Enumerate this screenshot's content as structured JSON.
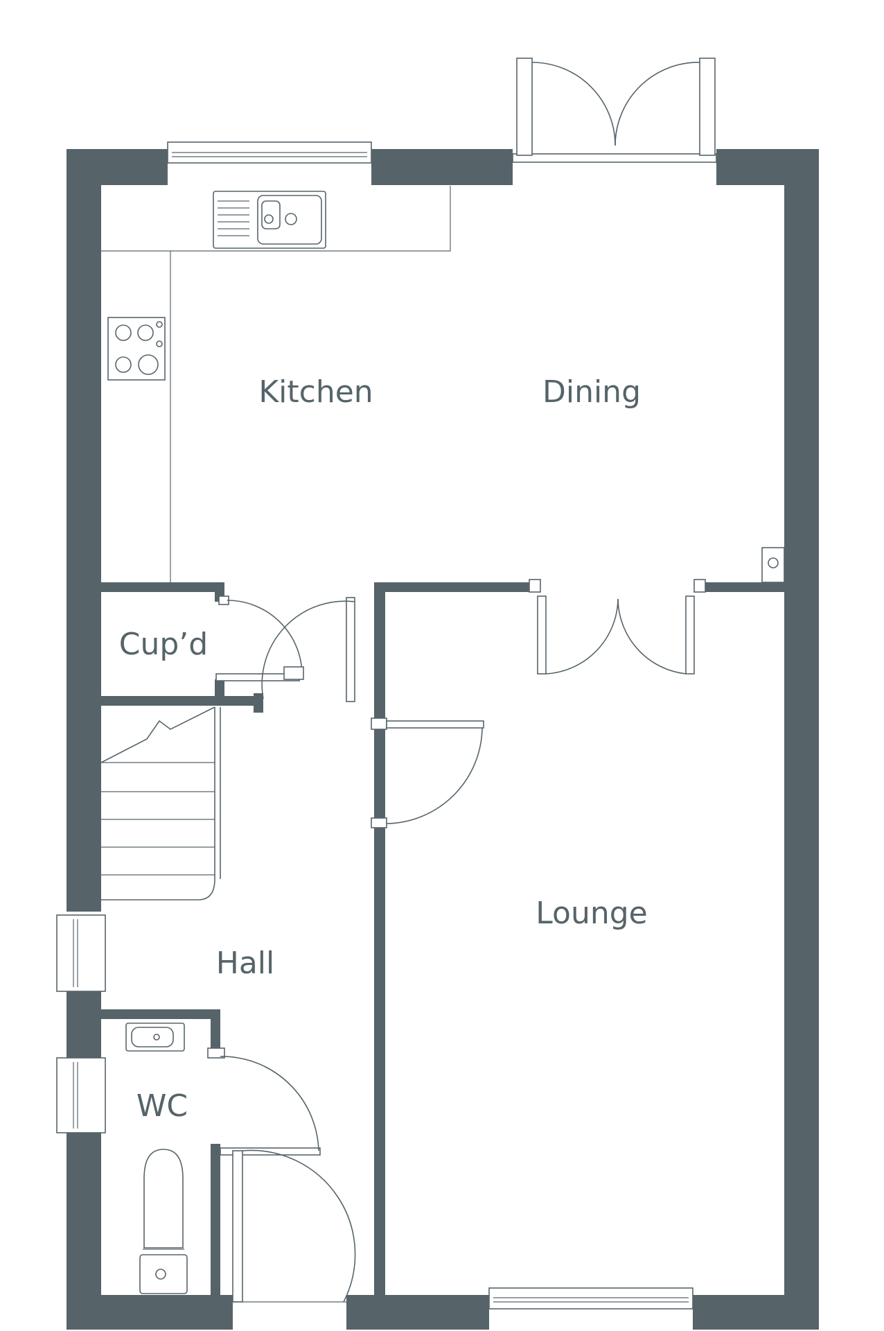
{
  "colors": {
    "wall": "#56646a",
    "background": "#ffffff"
  },
  "rooms": {
    "kitchen": "Kitchen",
    "dining": "Dining",
    "cupboard": "Cup’d",
    "hall": "Hall",
    "lounge": "Lounge",
    "wc": "WC"
  },
  "icons": [
    "sink-icon",
    "hob-icon",
    "stairs-icon",
    "toilet-icon",
    "basin-icon",
    "boiler-icon"
  ]
}
